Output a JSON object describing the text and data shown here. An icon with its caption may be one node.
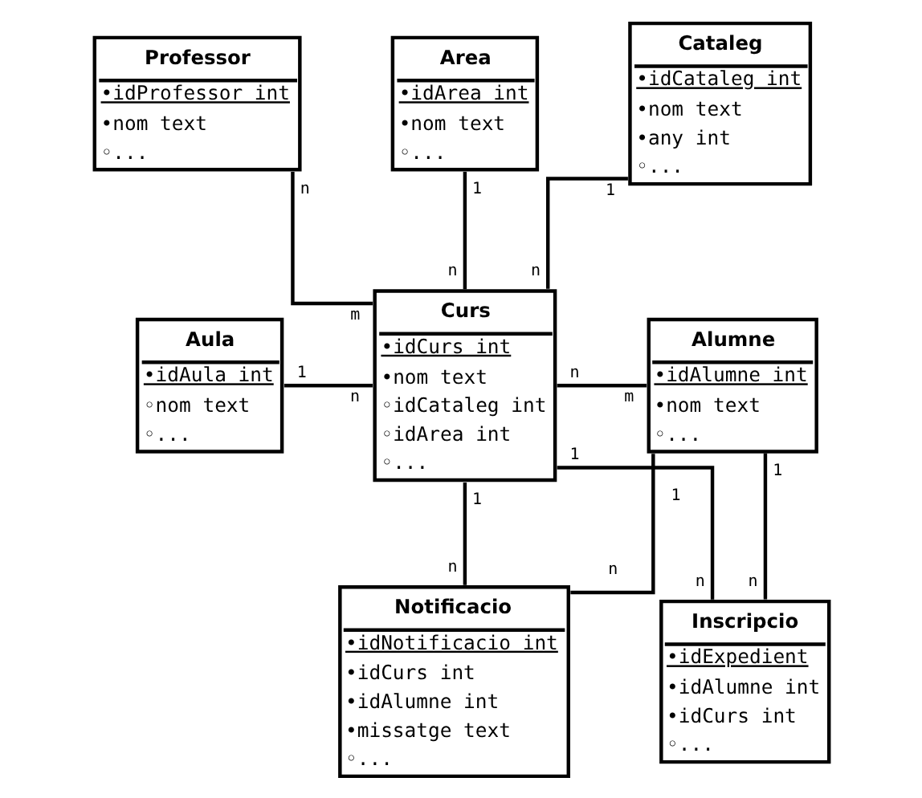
{
  "diagram": {
    "nodes": [
      {
        "text": [
          "Professor",
          "•idProfessor int",
          "•nom text",
          "◦..."
        ]
      },
      {
        "text": [
          "Area",
          "•idArea int",
          "•nom text",
          "◦..."
        ]
      },
      {
        "text": [
          "Cataleg",
          "•idCataleg int",
          "•nom text",
          "•any int",
          "◦..."
        ]
      },
      {
        "text": [
          "Aula",
          "•idAula int",
          "◦nom text",
          "◦..."
        ]
      },
      {
        "text": [
          "Curs",
          "•idCurs int",
          "•nom text",
          "◦idCataleg int",
          "◦idArea int",
          "◦..."
        ]
      },
      {
        "text": [
          "Alumne",
          "•idAlumne int",
          "•nom text",
          "◦..."
        ]
      },
      {
        "text": [
          "Notificacio",
          "•idNotificacio int",
          "•idCurs int",
          "•idAlumne int",
          "•missatge text",
          "◦..."
        ]
      },
      {
        "text": [
          "Inscripcio",
          "•idExpedient",
          "•idAlumne int",
          "•idCurs int",
          "◦..."
        ]
      }
    ],
    "edges": [
      {
        "from": 0,
        "to": 4,
        "arrow": "none"
      },
      {
        "from": 1,
        "to": 4,
        "arrow": "none"
      },
      {
        "from": 2,
        "to": 4,
        "arrow": "none"
      },
      {
        "from": 3,
        "to": 4,
        "arrow": "none"
      },
      {
        "from": 4,
        "to": 5,
        "arrow": "none"
      },
      {
        "from": 4,
        "to": 6,
        "arrow": "none"
      },
      {
        "from": 4,
        "to": 7,
        "arrow": "none"
      },
      {
        "from": 5,
        "to": 6,
        "arrow": "none"
      },
      {
        "from": 5,
        "to": 7,
        "arrow": "none"
      }
    ],
    "labels": [
      "n",
      "1",
      "1",
      "m",
      "n",
      "n",
      "1",
      "n",
      "m",
      "n",
      "1",
      "1",
      "1",
      "1",
      "n",
      "n",
      "n",
      "n"
    ]
  }
}
